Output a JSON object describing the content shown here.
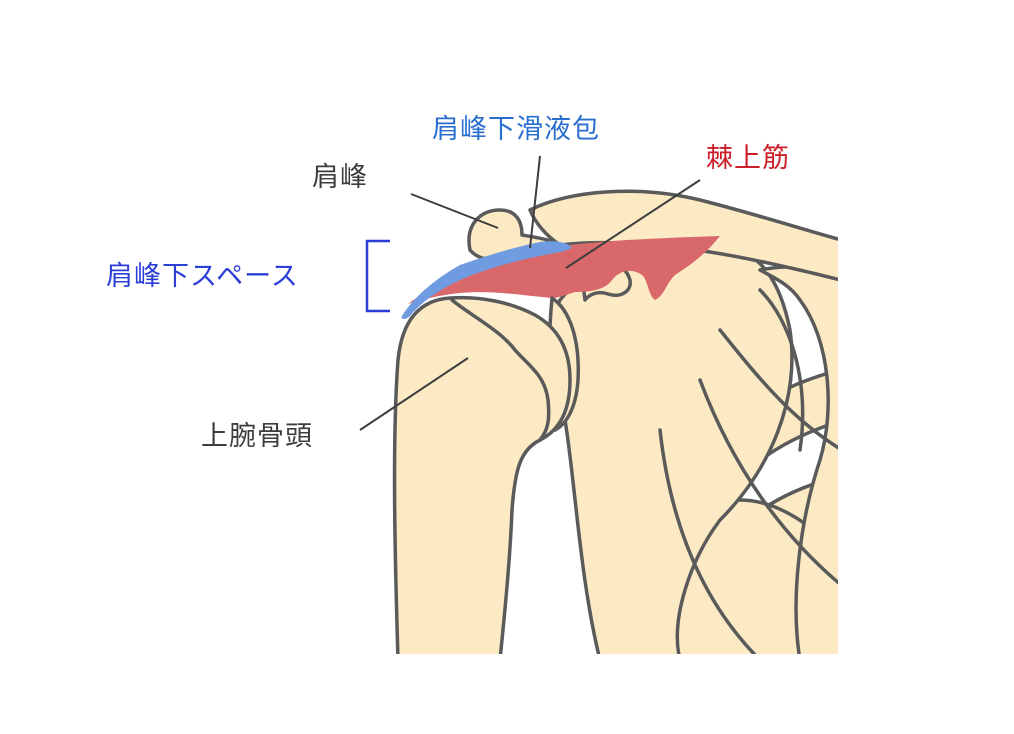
{
  "labels": {
    "acromion": "肩峰",
    "subacromial_bursa": "肩峰下滑液包",
    "supraspinatus": "棘上筋",
    "subacromial_space": "肩峰下スペース",
    "humeral_head": "上腕骨頭"
  },
  "colors": {
    "bone_fill": "#fbeac4",
    "outline": "#5a5a5a",
    "bursa": "#6f9be0",
    "muscle": "#d9686b",
    "label_text": "#3d3d3d",
    "label_blue": "#2a6fd0",
    "label_red": "#cc1f2a",
    "bracket_blue": "#2b3fd6"
  }
}
